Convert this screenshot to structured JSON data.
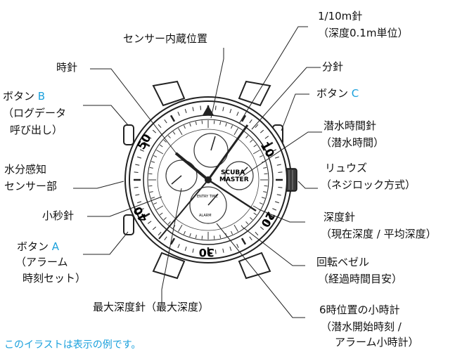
{
  "accent_color": "#1aa0dc",
  "labels": {
    "sensor": "センサー内蔵位置",
    "hour_hand": "時針",
    "button_b": {
      "line1_prefix": "ボタン ",
      "letter": "B",
      "line2": "（ログデータ",
      "line3": "呼び出し）"
    },
    "moisture": {
      "line1": "水分感知",
      "line2": "センサー部"
    },
    "small_second": "小秒針",
    "button_a": {
      "line1_prefix": "ボタン ",
      "letter": "A",
      "line2": "（アラーム",
      "line3": "時刻セット）"
    },
    "max_depth": "最大深度針（最大深度）",
    "tenth_minute": {
      "line1": "1/10m針",
      "line2": "（深度0.1m単位）"
    },
    "minute_hand": "分針",
    "button_c": {
      "line1_prefix": "ボタン ",
      "letter": "C"
    },
    "dive_time": {
      "line1": "潜水時間針",
      "line2": "（潜水時間）"
    },
    "crown": {
      "line1": "リュウズ",
      "line2": "（ネジロック方式）"
    },
    "depth_hand": {
      "line1": "深度針",
      "line2": "（現在深度 / 平均深度）"
    },
    "bezel": {
      "line1": "回転ベゼル",
      "line2": "（経過時間目安）"
    },
    "six_oclock": {
      "line1": "6時位置の小時計",
      "line2": "（潜水開始時刻 /",
      "line3": "アラーム小時計）"
    }
  },
  "watch": {
    "brand_line1": "SCUBA",
    "brand_line2": "MASTER",
    "bezel_numbers": [
      "10",
      "20",
      "30",
      "40",
      "50"
    ],
    "subdial_text": "ALARM",
    "entry_text": "ENTRY TIME"
  },
  "footnote": "このイラストは表示の例です。"
}
